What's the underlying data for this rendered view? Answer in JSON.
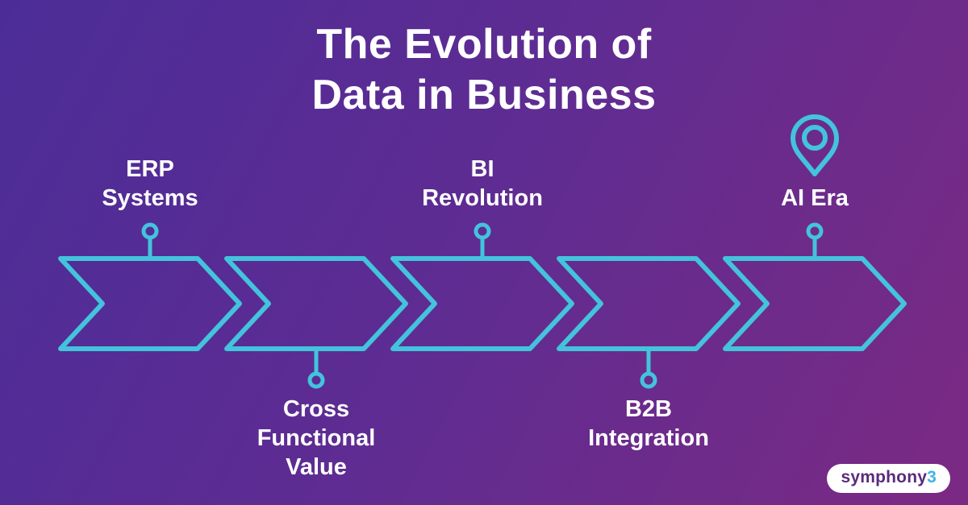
{
  "title": {
    "line1": "The Evolution of",
    "line2": "Data in Business"
  },
  "stages": [
    {
      "id": "erp-systems",
      "lines": [
        "ERP",
        "Systems"
      ],
      "connector": "top"
    },
    {
      "id": "cross-functional-value",
      "lines": [
        "Cross",
        "Functional",
        "Value"
      ],
      "connector": "bottom"
    },
    {
      "id": "bi-revolution",
      "lines": [
        "BI",
        "Revolution"
      ],
      "connector": "top"
    },
    {
      "id": "b2b-integration",
      "lines": [
        "B2B",
        "Integration"
      ],
      "connector": "bottom"
    },
    {
      "id": "ai-era",
      "lines": [
        "AI Era"
      ],
      "connector": "top",
      "icon": "map-pin-icon"
    }
  ],
  "logo": {
    "name": "symphony",
    "suffix": "3"
  },
  "colors": {
    "accent_cyan": "#43c3dc",
    "background_start": "#4c2d98",
    "background_mid": "#5e2c92",
    "background_end": "#7b2a83",
    "logo_text": "#5b2a7e",
    "logo_suffix": "#3fb4e5",
    "text": "#ffffff"
  }
}
